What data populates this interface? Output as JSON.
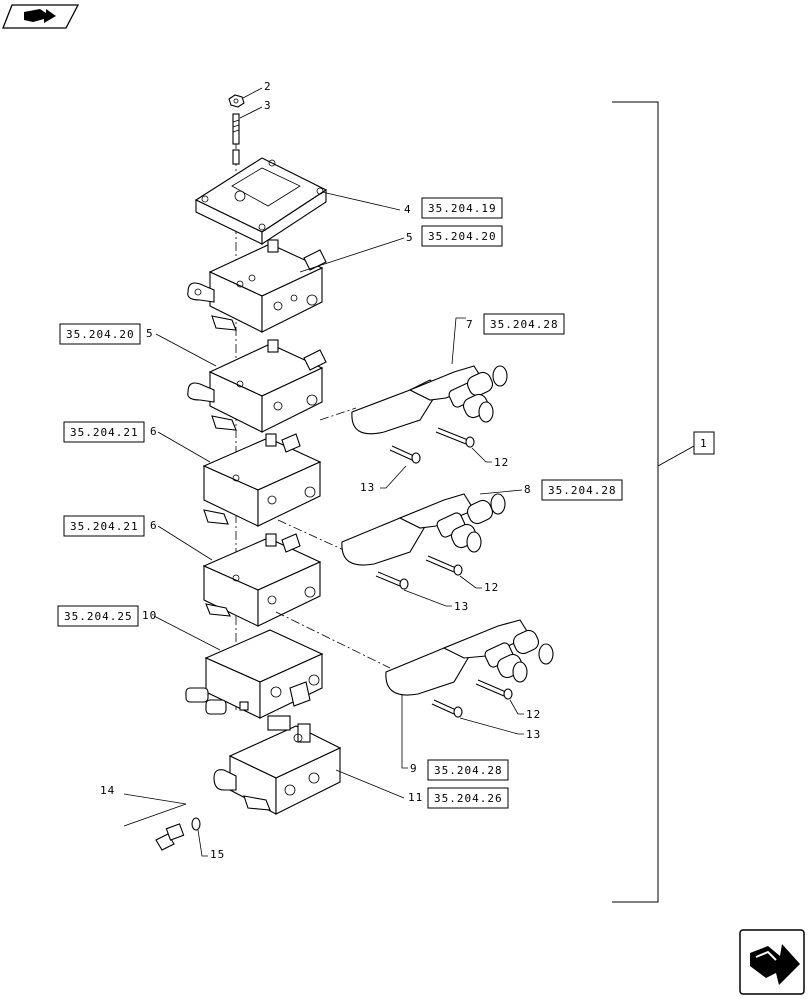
{
  "callouts": {
    "c1": "1",
    "c2": "2",
    "c3": "3",
    "c4": "4",
    "c5a": "5",
    "c5b": "5",
    "c6a": "6",
    "c6b": "6",
    "c7": "7",
    "c8": "8",
    "c9": "9",
    "c10": "10",
    "c11": "11",
    "c12a": "12",
    "c12b": "12",
    "c12c": "12",
    "c13a": "13",
    "c13b": "13",
    "c13c": "13",
    "c14": "14",
    "c15": "15"
  },
  "refs": {
    "r4": "35.204.19",
    "r5": "35.204.20",
    "r5b": "35.204.20",
    "r6a": "35.204.21",
    "r6b": "35.204.21",
    "r7": "35.204.28",
    "r8": "35.204.28",
    "r9": "35.204.28",
    "r10": "35.204.25",
    "r11": "35.204.26"
  },
  "icons": {
    "top_left": "book-arrow-icon",
    "bottom_right": "next-page-arrow-icon"
  }
}
